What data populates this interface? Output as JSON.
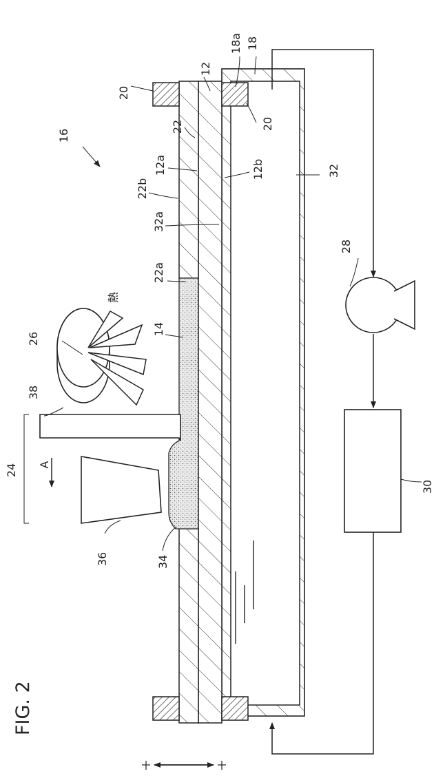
{
  "figure": {
    "title": "FIG. 2",
    "labels": {
      "l16": "16",
      "l20a": "20",
      "l22": "22",
      "l12": "12",
      "l18a": "18a",
      "l18": "18",
      "l20b": "20",
      "l12a": "12a",
      "l22b": "22b",
      "l12b": "12b",
      "l32": "32",
      "l32a": "32a",
      "l22a": "22a",
      "heat": "熱",
      "l28": "28",
      "l26": "26",
      "l14": "14",
      "l38": "38",
      "l24": "24",
      "dirA": "A",
      "l30": "30",
      "l36": "36",
      "l34": "34"
    }
  }
}
